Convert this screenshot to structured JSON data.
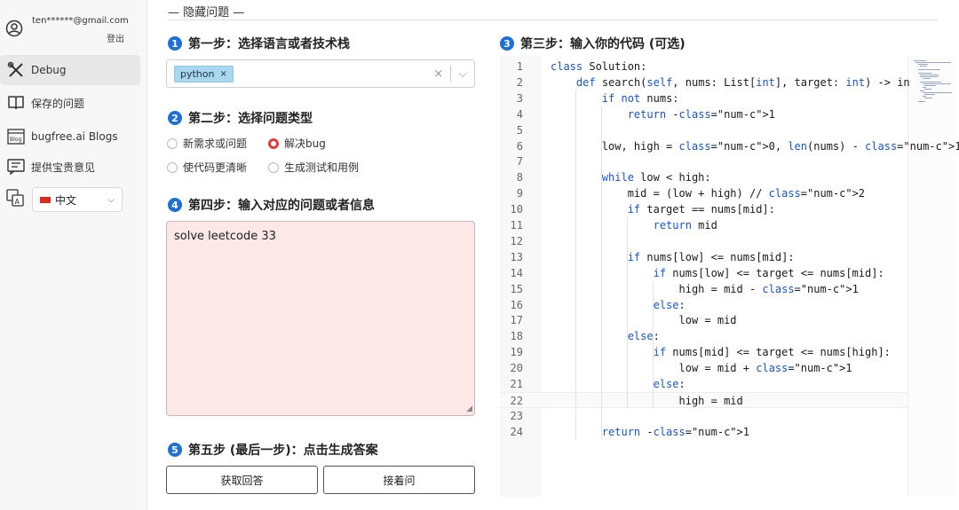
{
  "sidebar": {
    "user_email": "ten******@gmail.com",
    "logout_label": "登出",
    "items": [
      {
        "label": "Debug",
        "icon": "tools-icon",
        "active": true
      },
      {
        "label": "保存的问题",
        "icon": "book-icon",
        "active": false
      },
      {
        "label": "bugfree.ai Blogs",
        "icon": "blog-icon",
        "active": false
      },
      {
        "label": "提供宝贵意见",
        "icon": "feedback-icon",
        "active": false
      }
    ],
    "language": {
      "icon": "translate-icon",
      "value": "中文"
    }
  },
  "main": {
    "hidden_section_title": "— 隐藏问题 —",
    "step1": {
      "num": "1",
      "title": "第一步：选择语言或者技术栈",
      "selected_tag": "python",
      "tag_remove": "×",
      "clear": "×",
      "chevron": "⌵"
    },
    "step2": {
      "num": "2",
      "title": "第二步：选择问题类型",
      "options": [
        {
          "label": "新需求或问题",
          "selected": false
        },
        {
          "label": "解决bug",
          "selected": true
        },
        {
          "label": "使代码更清晰",
          "selected": false
        },
        {
          "label": "生成测试和用例",
          "selected": false
        }
      ]
    },
    "step4": {
      "num": "4",
      "title": "第四步：输入对应的问题或者信息",
      "value": "solve leetcode 33"
    },
    "step5": {
      "num": "5",
      "title": "第五步 (最后一步)：点击生成答案",
      "button_get": "获取回答",
      "button_follow": "接着问"
    },
    "step3": {
      "num": "3",
      "title": "第三步：输入你的代码 (可选)"
    }
  },
  "editor": {
    "current_line": 22,
    "lines": [
      "class Solution:",
      "    def search(self, nums: List[int], target: int) -> in",
      "        if not nums:",
      "            return -1",
      "",
      "        low, high = 0, len(nums) - 1",
      "",
      "        while low < high:",
      "            mid = (low + high) // 2",
      "            if target == nums[mid]:",
      "                return mid",
      "",
      "            if nums[low] <= nums[mid]:",
      "                if nums[low] <= target <= nums[mid]:",
      "                    high = mid - 1",
      "                else:",
      "                    low = mid",
      "            else:",
      "                if nums[mid] <= target <= nums[high]:",
      "                    low = mid + 1",
      "                else:",
      "                    high = mid",
      "",
      "        return -1"
    ]
  },
  "colors": {
    "accent": "#1f6fd8",
    "radio_selected": "#e23a3a",
    "tag_bg": "#a7d8f0",
    "textarea_bg": "#fde8e8"
  }
}
